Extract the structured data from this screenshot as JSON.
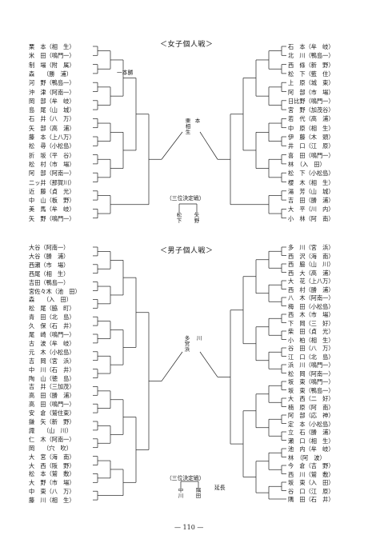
{
  "women": {
    "title": "＜女子個人戦＞",
    "left": [
      "栗　本（相　生）",
      "米　田（鳴門一）",
      "制　場（附　属）",
      "森　　（勝　浦）",
      "河　野（鴨島一）",
      "沖　津（阿南一）",
      "岡　部（牟　岐）",
      "島　尾（山　城）",
      "石　井（八　万）",
      "矢　部（高　浦）",
      "藤　本（上八万）",
      "松　尋（小松島）",
      "折　坂（平　谷）",
      "松　村（市　場）",
      "阿　部（阿南一）",
      "二ッ井（那賀川）",
      "近　藤（貞　光）",
      "中　山（板　野）",
      "美　馬（牟　岐）",
      "矢　野（鳴門一）"
    ],
    "right": [
      "石　本（牟　岐）",
      "北　川（鴨島一）",
      "西　條（新　野）",
      "松　下（藍　住）",
      "上　原（城　東）",
      "阿　部（市　場）",
      "日比野（鳴門一）",
      "宮　野（加茂谷）",
      "若　代（高　浦）",
      "中　原（相　生）",
      "伊　藤（木　頭）",
      "井　口（江　原）",
      "喜　田（鳴門一）",
      "林　（入　田）",
      "松　下（小松島）",
      "櫻　木（相　生）",
      "湯　芳（山　城）",
      "吉　田（勝　浦）",
      "大　平（川　内）",
      "小　林（阿　南）"
    ],
    "final_left": "栗 相生",
    "final_right": "本",
    "third_place_label": "（三位決定戦）",
    "third_left": "松下",
    "third_right": "矢野"
  },
  "men": {
    "title": "＜男子個人戦＞",
    "left": [
      "大谷（阿南一）",
      "大谷（勝　浦）",
      "西瀬（市　場）",
      "西尾（相　生）",
      "吉田（鴨島一）",
      "宮佐々木（池　田）",
      "森　　（入　田）",
      "松　尾（脇　町）",
      "青　田（北　島）",
      "久　保（石　井）",
      "尾　崎（鳴門一）",
      "古　波（牟　岐）",
      "元　木（小松島）",
      "吉　岡（宮　浜）",
      "中　川（石　井）",
      "陶　山（徳　島）",
      "吉　井（三加茂）",
      "高　田（勝　浦）",
      "高　田（鳴門一）",
      "安　倉（鷲住東）",
      "鎌　矢（新　野）",
      "諏　　（山　川）",
      "仁　木（阿南一）",
      "岡　　（穴　吹）",
      "大　宮（海　南）",
      "大　西（阪　野）",
      "松　本（鷲　敷）",
      "大　野（市　場）",
      "中　東（八　万）",
      "藤　川（相　生）"
    ],
    "right": [
      "多　川（宮　浜）",
      "西　沢（海　南）",
      "西　脇（山　川）",
      "西　大（高　浦）",
      "大　花（上八万）",
      "西　村（勝　浦）",
      "八　木（阿南一）",
      "梅　田（小松島）",
      "西　木（市　場）",
      "下　岡（三　好）",
      "柴　田（貞　光）",
      "小　柏（相　生）",
      "谷　田（八　万）",
      "江　口（北　島）",
      "浜　川（鳴門一）",
      "松　岡（阿南一）",
      "坂　東（鳴門一）",
      "坂　東（鴨島一）",
      "大　西（二　好）",
      "楠　原（阿　南）",
      "阿　部（応　神）",
      "定　本（小松島）",
      "立　石（勝　浦）",
      "瀬　口（相　生）",
      "池　内（牟　岐）",
      "林　（阿　波）",
      "今　倉（吉　野）",
      "西　川（鷲　敷）",
      "坂　東（入　田）",
      "谷　口（江　原）",
      "隅　田（石　井）"
    ],
    "final_left": "多宮浜",
    "final_right": "川",
    "third_place_label": "（三位決定戦）",
    "third_note": "延長",
    "third_left": "中川",
    "third_right": "隅田"
  },
  "labels": {
    "ippon": "一本勝",
    "page_number": "— 110 —"
  }
}
